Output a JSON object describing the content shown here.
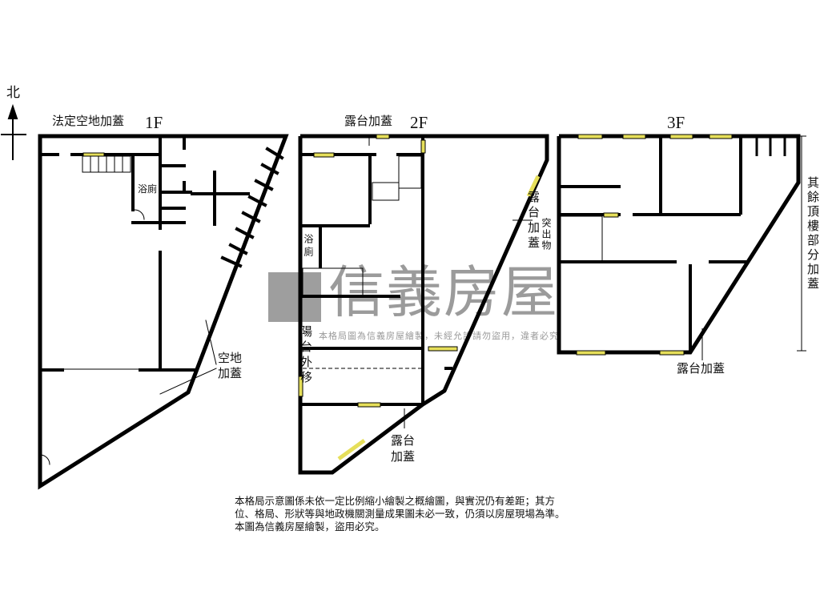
{
  "north_label": "北",
  "floors": {
    "f1": {
      "title": "1F",
      "top_note": "法定空地加蓋",
      "bath": "浴廁",
      "side_note_1": "空地",
      "side_note_2": "加蓋"
    },
    "f2": {
      "title": "2F",
      "top_note": "露台加蓋",
      "bath": "浴廁",
      "left_note": "陽台外移",
      "right_note": "露台加蓋",
      "bottom_note_1": "露台",
      "bottom_note_2": "加蓋"
    },
    "f3": {
      "title": "3F",
      "stair_note": "突出物",
      "bottom_note": "露台加蓋",
      "right_note": "其餘頂樓部分加蓋"
    }
  },
  "watermark": {
    "brand": "信義房屋",
    "notice": "本格局圖為信義房屋繪製，未經允許請勿盜用，違者必究"
  },
  "disclaimer": {
    "line1": "本格局示意圖係未依一定比例縮小繪製之概繪圖，與實況仍有差距；其方",
    "line2": "位、格局、形狀等與地政機關測量成果圖未必一致，仍須以房屋現場為準。",
    "line3": "本圖為信義房屋繪製，盜用必究。"
  },
  "colors": {
    "wall": "#000000",
    "window": "#e6df5a",
    "watermark": "#8a8a8a"
  }
}
